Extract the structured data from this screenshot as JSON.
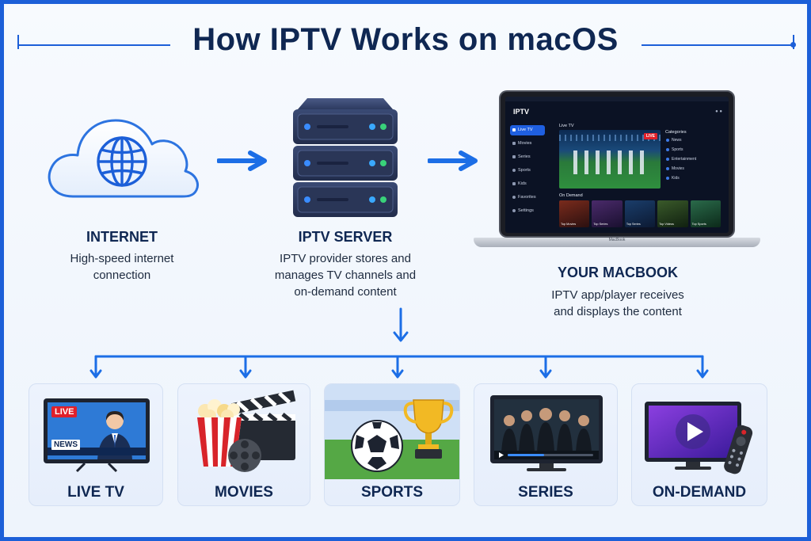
{
  "title": "How IPTV Works on macOS",
  "colors": {
    "accent": "#1c5fd8",
    "title": "#0f2752",
    "card_bg": "#e8f0fc"
  },
  "nodes": {
    "internet": {
      "title": "INTERNET",
      "desc_line1": "High-speed internet",
      "desc_line2": "connection",
      "icon": "globe-cloud-icon"
    },
    "server": {
      "title": "IPTV SERVER",
      "desc_line1": "IPTV provider stores and",
      "desc_line2": "manages TV channels and",
      "desc_line3": "on-demand content",
      "icon": "server-rack-icon"
    },
    "macbook": {
      "title": "YOUR MACBOOK",
      "desc_line1": "IPTV app/player receives",
      "desc_line2": "and displays the content",
      "icon": "laptop-icon"
    }
  },
  "app_screen": {
    "brand": "IPTV",
    "menu": [
      "Live TV",
      "Movies",
      "Series",
      "Sports",
      "Kids",
      "Favorites",
      "Settings"
    ],
    "section_live": "Live TV",
    "live_badge": "LIVE",
    "section_ondemand": "On Demand",
    "categories_title": "Categories",
    "categories": [
      "News",
      "Sports",
      "Entertainment",
      "Movies",
      "Kids"
    ],
    "thumb_labels": [
      "Top Movies",
      "Top Series",
      "Top Series",
      "Top Videos",
      "Top Sports"
    ],
    "device_label": "MacBook"
  },
  "cards": [
    {
      "label": "LIVE TV",
      "icon": "live-tv-icon",
      "badge_live": "LIVE",
      "badge_news": "NEWS"
    },
    {
      "label": "MOVIES",
      "icon": "popcorn-clapper-icon"
    },
    {
      "label": "SPORTS",
      "icon": "soccer-trophy-icon"
    },
    {
      "label": "SERIES",
      "icon": "series-tv-icon"
    },
    {
      "label": "ON-DEMAND",
      "icon": "play-remote-icon"
    }
  ]
}
